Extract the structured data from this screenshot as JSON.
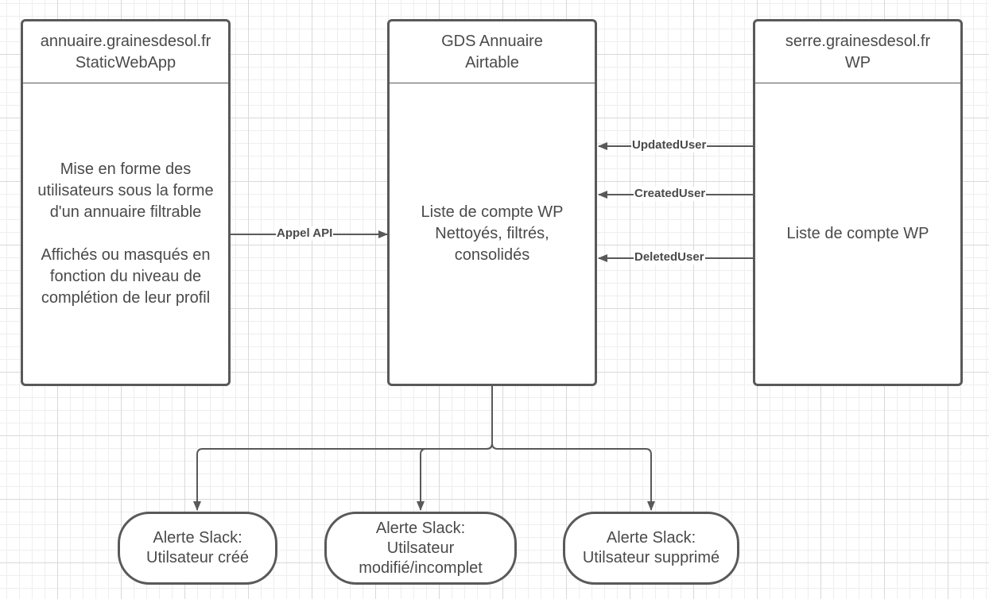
{
  "colors": {
    "stroke": "#595959",
    "text": "#4a4a4a",
    "grid": "#d9d9d9"
  },
  "nodes": {
    "annuaire": {
      "header": [
        "annuaire.grainesdesol.fr",
        "StaticWebApp"
      ],
      "body": [
        "Mise en forme des",
        "utilisateurs sous la forme",
        "d'un annuaire filtrable",
        "Affichés ou masqués en",
        "fonction du niveau de",
        "complétion de leur profil"
      ]
    },
    "airtable": {
      "header": [
        "GDS Annuaire",
        "Airtable"
      ],
      "body": [
        "Liste de compte WP",
        "Nettoyés, filtrés,",
        "consolidés"
      ]
    },
    "wp": {
      "header": [
        "serre.grainesdesol.fr",
        "WP"
      ],
      "body": [
        "Liste de compte WP"
      ]
    },
    "alert_created": {
      "lines": [
        "Alerte Slack:",
        "Utilsateur créé"
      ]
    },
    "alert_modified": {
      "lines": [
        "Alerte Slack:",
        "Utilsateur",
        "modifié/incomplet"
      ]
    },
    "alert_deleted": {
      "lines": [
        "Alerte Slack:",
        "Utilsateur supprimé"
      ]
    }
  },
  "edges": {
    "appel_api": "Appel API",
    "updated_user": "UpdatedUser",
    "created_user": "CreatedUser",
    "deleted_user": "DeletedUser"
  }
}
